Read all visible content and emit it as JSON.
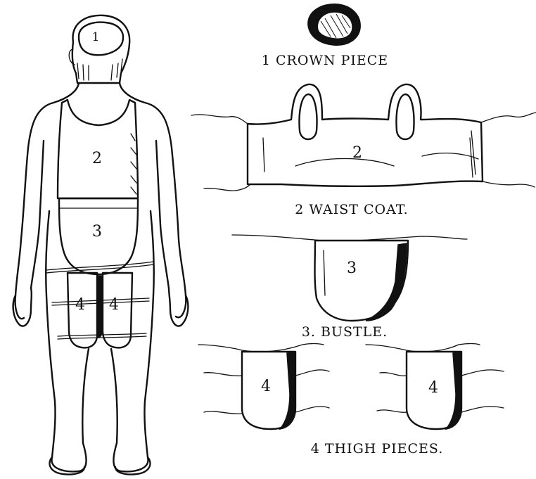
{
  "figure": {
    "figure_labels": {
      "piece_1": "1",
      "piece_2": "2",
      "piece_3": "3",
      "piece_4_left": "4",
      "piece_4_right": "4"
    },
    "pieces": {
      "crown": {
        "number": "1",
        "caption": "1 CROWN PIECE"
      },
      "waistcoat": {
        "number": "2",
        "caption": "2 WAIST COAT."
      },
      "bustle": {
        "number": "3",
        "caption": "3. BUSTLE."
      },
      "thigh": {
        "number_left": "4",
        "number_right": "4",
        "caption": "4 THIGH PIECES."
      }
    }
  }
}
